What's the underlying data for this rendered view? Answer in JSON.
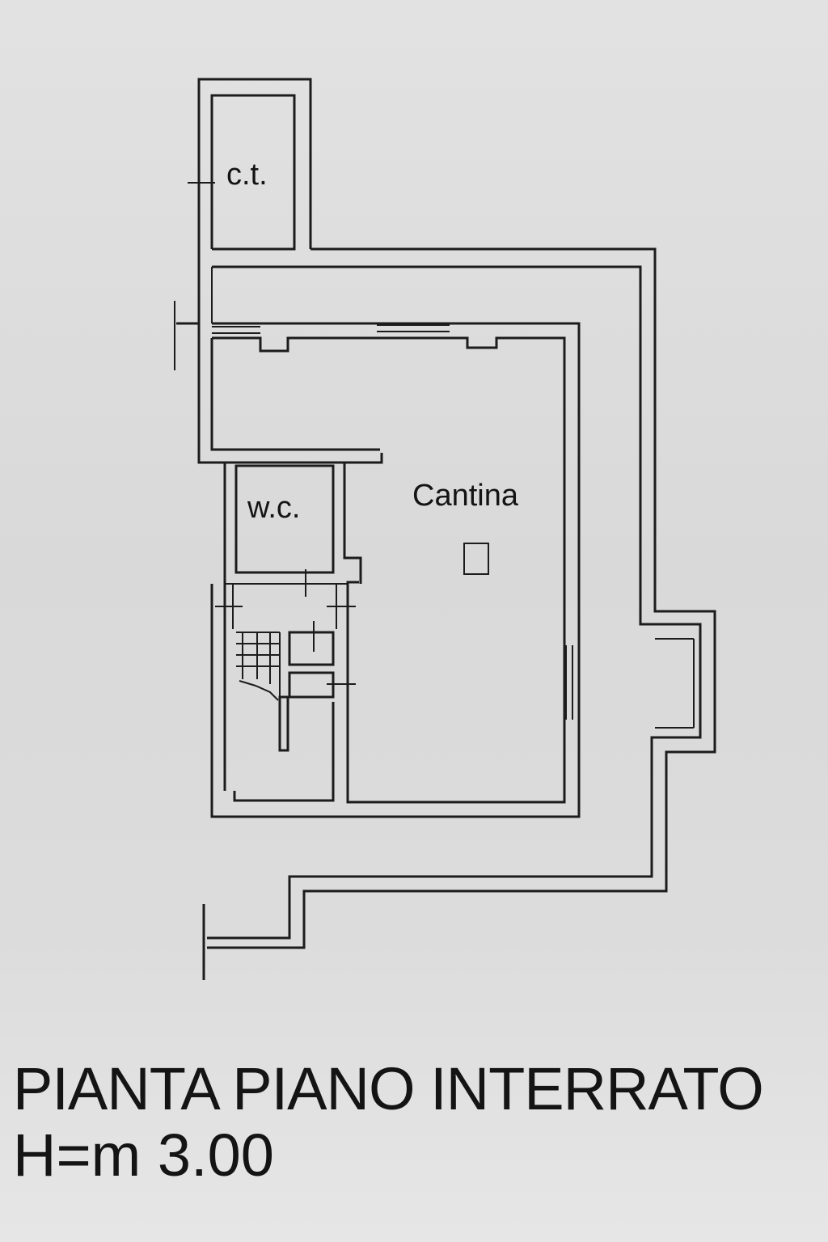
{
  "rooms": {
    "ct": "c.t.",
    "wc": "w.c.",
    "cantina": "Cantina"
  },
  "caption": {
    "title": "PIANTA PIANO INTERRATO",
    "height": "H=m 3.00"
  }
}
